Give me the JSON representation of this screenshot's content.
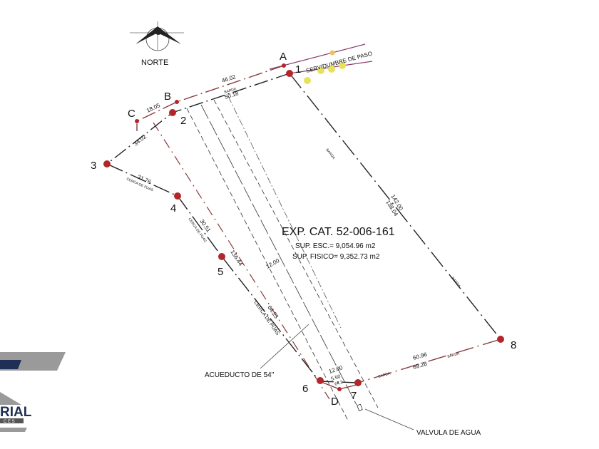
{
  "compass": {
    "label": "NORTE"
  },
  "title": {
    "cadastral": "EXP. CAT. 52-006-161",
    "area_deed": "SUP. ESC.= 9,054.96 m2",
    "area_physical": "SUP. FISICO= 9,352.73 m2"
  },
  "points": {
    "A": "A",
    "B": "B",
    "C": "C",
    "D": "D",
    "p1": "1",
    "p2": "2",
    "p3": "3",
    "p4": "4",
    "p5": "5",
    "p6": "6",
    "p7": "7",
    "p8": "8"
  },
  "measures": {
    "a_b": "46.02",
    "p1_p2": "50.18",
    "b_c": "18.05",
    "c_p3": "34.02",
    "p3_p4": "31.76",
    "p4_p5": "30.51",
    "p5_p6": "64.23",
    "strip": "136.44",
    "p1_p8_a": "142.00",
    "p1_p8_b": "138.04",
    "p7_p8_a": "60.96",
    "p7_p8_b": "69.28",
    "aqueduct_width": "12.00",
    "aqueduct_width_2": "12.00",
    "d_7": "5.50",
    "d_7_b": "64.2"
  },
  "notes": {
    "barda": "BARDA",
    "cerca": "CERCA DE PUAS",
    "easement": "SERVIDUMBRE DE PASO",
    "aqueduct": "ACUEDUCTO DE 54\"",
    "valve": "VALVULA DE AGUA"
  },
  "logo": {
    "text": "RIAL",
    "sub": "C E S"
  },
  "colors": {
    "point": "#b3262a",
    "line": "#222222",
    "red_line": "#8a3a3a",
    "tree": "#e6e35a"
  }
}
